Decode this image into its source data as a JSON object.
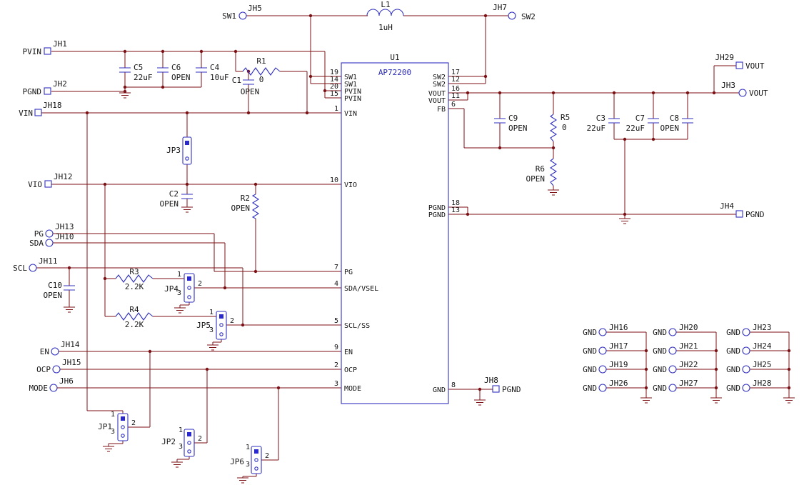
{
  "colors": {
    "wire": "#7d1216",
    "part": "#3232c0",
    "pad": "#2929cf",
    "text": "#151515",
    "part_text": "#2b2bb8"
  },
  "top": {
    "sw1_label": "SW1",
    "jh5": "JH5",
    "l1_ref": "L1",
    "l1_val": "1uH",
    "jh7": "JH7",
    "sw2_label": "SW2"
  },
  "ic": {
    "ref": "U1",
    "part": "AP72200",
    "left_pins": [
      {
        "num": "19",
        "name": "SW1"
      },
      {
        "num": "14",
        "name": "SW1"
      },
      {
        "num": "20",
        "name": "PVIN"
      },
      {
        "num": "15",
        "name": "PVIN"
      },
      {
        "num": "1",
        "name": "VIN"
      },
      {
        "num": "10",
        "name": "VIO"
      },
      {
        "num": "7",
        "name": "PG"
      },
      {
        "num": "4",
        "name": "SDA/VSEL"
      },
      {
        "num": "5",
        "name": "SCL/SS"
      },
      {
        "num": "9",
        "name": "EN"
      },
      {
        "num": "2",
        "name": "OCP"
      },
      {
        "num": "3",
        "name": "MODE"
      }
    ],
    "right_pins": [
      {
        "num": "17",
        "name": "SW2"
      },
      {
        "num": "12",
        "name": "SW2"
      },
      {
        "num": "16",
        "name": "VOUT"
      },
      {
        "num": "11",
        "name": "VOUT"
      },
      {
        "num": "6",
        "name": "FB"
      },
      {
        "num": "18",
        "name": "PGND"
      },
      {
        "num": "13",
        "name": "PGND"
      },
      {
        "num": "8",
        "name": "GND"
      }
    ]
  },
  "left_connectors": [
    {
      "signal": "PVIN",
      "jh": "JH1"
    },
    {
      "signal": "PGND",
      "jh": "JH2"
    },
    {
      "signal": "VIN",
      "jh": "JH18"
    },
    {
      "signal": "VIO",
      "jh": "JH12"
    },
    {
      "signal": "PG",
      "jh": "JH13"
    },
    {
      "signal": "SDA",
      "jh": "JH10"
    },
    {
      "signal": "SCL",
      "jh": "JH11"
    },
    {
      "signal": "EN",
      "jh": "JH14"
    },
    {
      "signal": "OCP",
      "jh": "JH15"
    },
    {
      "signal": "MODE",
      "jh": "JH6"
    }
  ],
  "right_connectors": [
    {
      "jh": "JH29",
      "signal": "VOUT"
    },
    {
      "jh": "JH3",
      "signal": "VOUT"
    },
    {
      "jh": "JH4",
      "signal": "PGND"
    },
    {
      "jh": "JH8",
      "signal": "PGND"
    }
  ],
  "components": {
    "C5": {
      "ref": "C5",
      "val": "22uF"
    },
    "C6": {
      "ref": "C6",
      "val": "OPEN"
    },
    "C4": {
      "ref": "C4",
      "val": "10uF"
    },
    "R1": {
      "ref": "R1",
      "val": "0"
    },
    "C1": {
      "ref": "C1",
      "val": "OPEN"
    },
    "C2": {
      "ref": "C2",
      "val": "OPEN"
    },
    "R2": {
      "ref": "R2",
      "val": "OPEN"
    },
    "R3": {
      "ref": "R3",
      "val": "2.2K"
    },
    "R4": {
      "ref": "R4",
      "val": "2.2K"
    },
    "C10": {
      "ref": "C10",
      "val": "OPEN"
    },
    "C9": {
      "ref": "C9",
      "val": "OPEN"
    },
    "R5": {
      "ref": "R5",
      "val": "0"
    },
    "R6": {
      "ref": "R6",
      "val": "OPEN"
    },
    "C3": {
      "ref": "C3",
      "val": "22uF"
    },
    "C7": {
      "ref": "C7",
      "val": "22uF"
    },
    "C8": {
      "ref": "C8",
      "val": "OPEN"
    }
  },
  "jumpers": {
    "jp1": "JP1",
    "jp2": "JP2",
    "jp3": "JP3",
    "jp4": "JP4",
    "jp5": "JP5",
    "jp6": "JP6",
    "pins": [
      "1",
      "2",
      "3"
    ]
  },
  "gnd_grid": {
    "label": "GND",
    "rows": [
      [
        "JH16",
        "JH20",
        "JH23"
      ],
      [
        "JH17",
        "JH21",
        "JH24"
      ],
      [
        "JH19",
        "JH22",
        "JH25"
      ],
      [
        "JH26",
        "JH27",
        "JH28"
      ]
    ]
  }
}
